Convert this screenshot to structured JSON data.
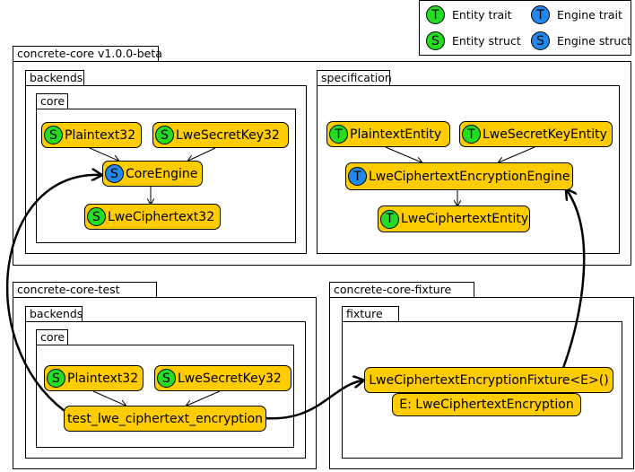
{
  "colors": {
    "node_fill": "#ffcc00",
    "entity_badge": "#22dd22",
    "engine_badge": "#2288ee"
  },
  "legend": {
    "items": [
      {
        "badge": "T",
        "label": "Entity trait",
        "color": "green"
      },
      {
        "badge": "T",
        "label": "Engine trait",
        "color": "blue"
      },
      {
        "badge": "S",
        "label": "Entity struct",
        "color": "green"
      },
      {
        "badge": "S",
        "label": "Engine struct",
        "color": "blue"
      }
    ]
  },
  "packages": {
    "concrete_core": "concrete-core v1.0.0-beta",
    "core_backends": "backends",
    "core_backends_core": "core",
    "specification": "specification",
    "concrete_core_test": "concrete-core-test",
    "test_backends": "backends",
    "test_backends_core": "core",
    "concrete_core_fixture": "concrete-core-fixture",
    "fixture": "fixture"
  },
  "nodes": {
    "core_plaintext32": {
      "badge": "S",
      "label": "Plaintext32"
    },
    "core_lwesecretkey32": {
      "badge": "S",
      "label": "LweSecretKey32"
    },
    "core_engine": {
      "badge": "S",
      "label": "CoreEngine"
    },
    "core_lweciphertext32": {
      "badge": "S",
      "label": "LweCiphertext32"
    },
    "spec_plaintext_entity": {
      "badge": "T",
      "label": "PlaintextEntity"
    },
    "spec_lwesecretkey_entity": {
      "badge": "T",
      "label": "LweSecretKeyEntity"
    },
    "spec_encryption_engine": {
      "badge": "T",
      "label": "LweCiphertextEncryptionEngine"
    },
    "spec_lweciphertext_entity": {
      "badge": "T",
      "label": "LweCiphertextEntity"
    },
    "test_plaintext32": {
      "badge": "S",
      "label": "Plaintext32"
    },
    "test_lwesecretkey32": {
      "badge": "S",
      "label": "LweSecretKey32"
    },
    "test_function": {
      "label": "test_lwe_ciphertext_encryption"
    },
    "fixture_fn": {
      "label": "LweCiphertextEncryptionFixture<E>()"
    },
    "fixture_param": {
      "label": "E: LweCiphertextEncryption"
    }
  }
}
